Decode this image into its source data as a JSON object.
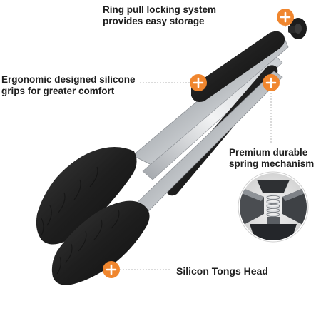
{
  "callouts": {
    "ring": {
      "line1": "Ring pull locking system",
      "line2": "provides easy storage"
    },
    "grip": {
      "line1": "Ergonomic designed silicone",
      "line2": "grips for greater comfort"
    },
    "spring": {
      "line1": "Premium durable",
      "line2": "spring mechanism"
    },
    "head": {
      "line1": "Silicon Tongs Head"
    }
  },
  "colors": {
    "accent": "#f0862e",
    "silicone": "#1e1e1e",
    "steel": "#b8bcc0",
    "text": "#1f1f1f"
  },
  "icons": {
    "callout": "plus-icon"
  }
}
